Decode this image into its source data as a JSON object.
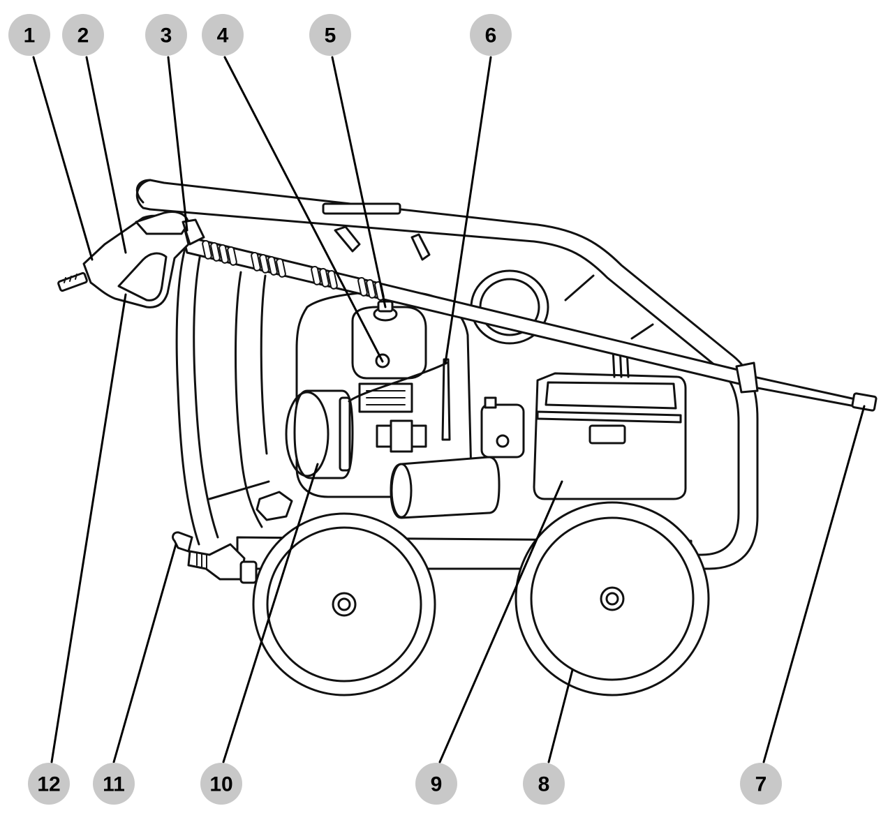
{
  "diagram": {
    "subject": "pressure-washer-machine",
    "colors": {
      "callout_fill": "#c8c8c8",
      "line": "#111111",
      "background": "#ffffff"
    },
    "callouts": [
      {
        "id": "c1",
        "label": "1"
      },
      {
        "id": "c2",
        "label": "2"
      },
      {
        "id": "c3",
        "label": "3"
      },
      {
        "id": "c4",
        "label": "4"
      },
      {
        "id": "c5",
        "label": "5"
      },
      {
        "id": "c6",
        "label": "6"
      },
      {
        "id": "c7",
        "label": "7"
      },
      {
        "id": "c8",
        "label": "8"
      },
      {
        "id": "c9",
        "label": "9"
      },
      {
        "id": "c10",
        "label": "10"
      },
      {
        "id": "c11",
        "label": "11"
      },
      {
        "id": "c12",
        "label": "12"
      }
    ]
  }
}
